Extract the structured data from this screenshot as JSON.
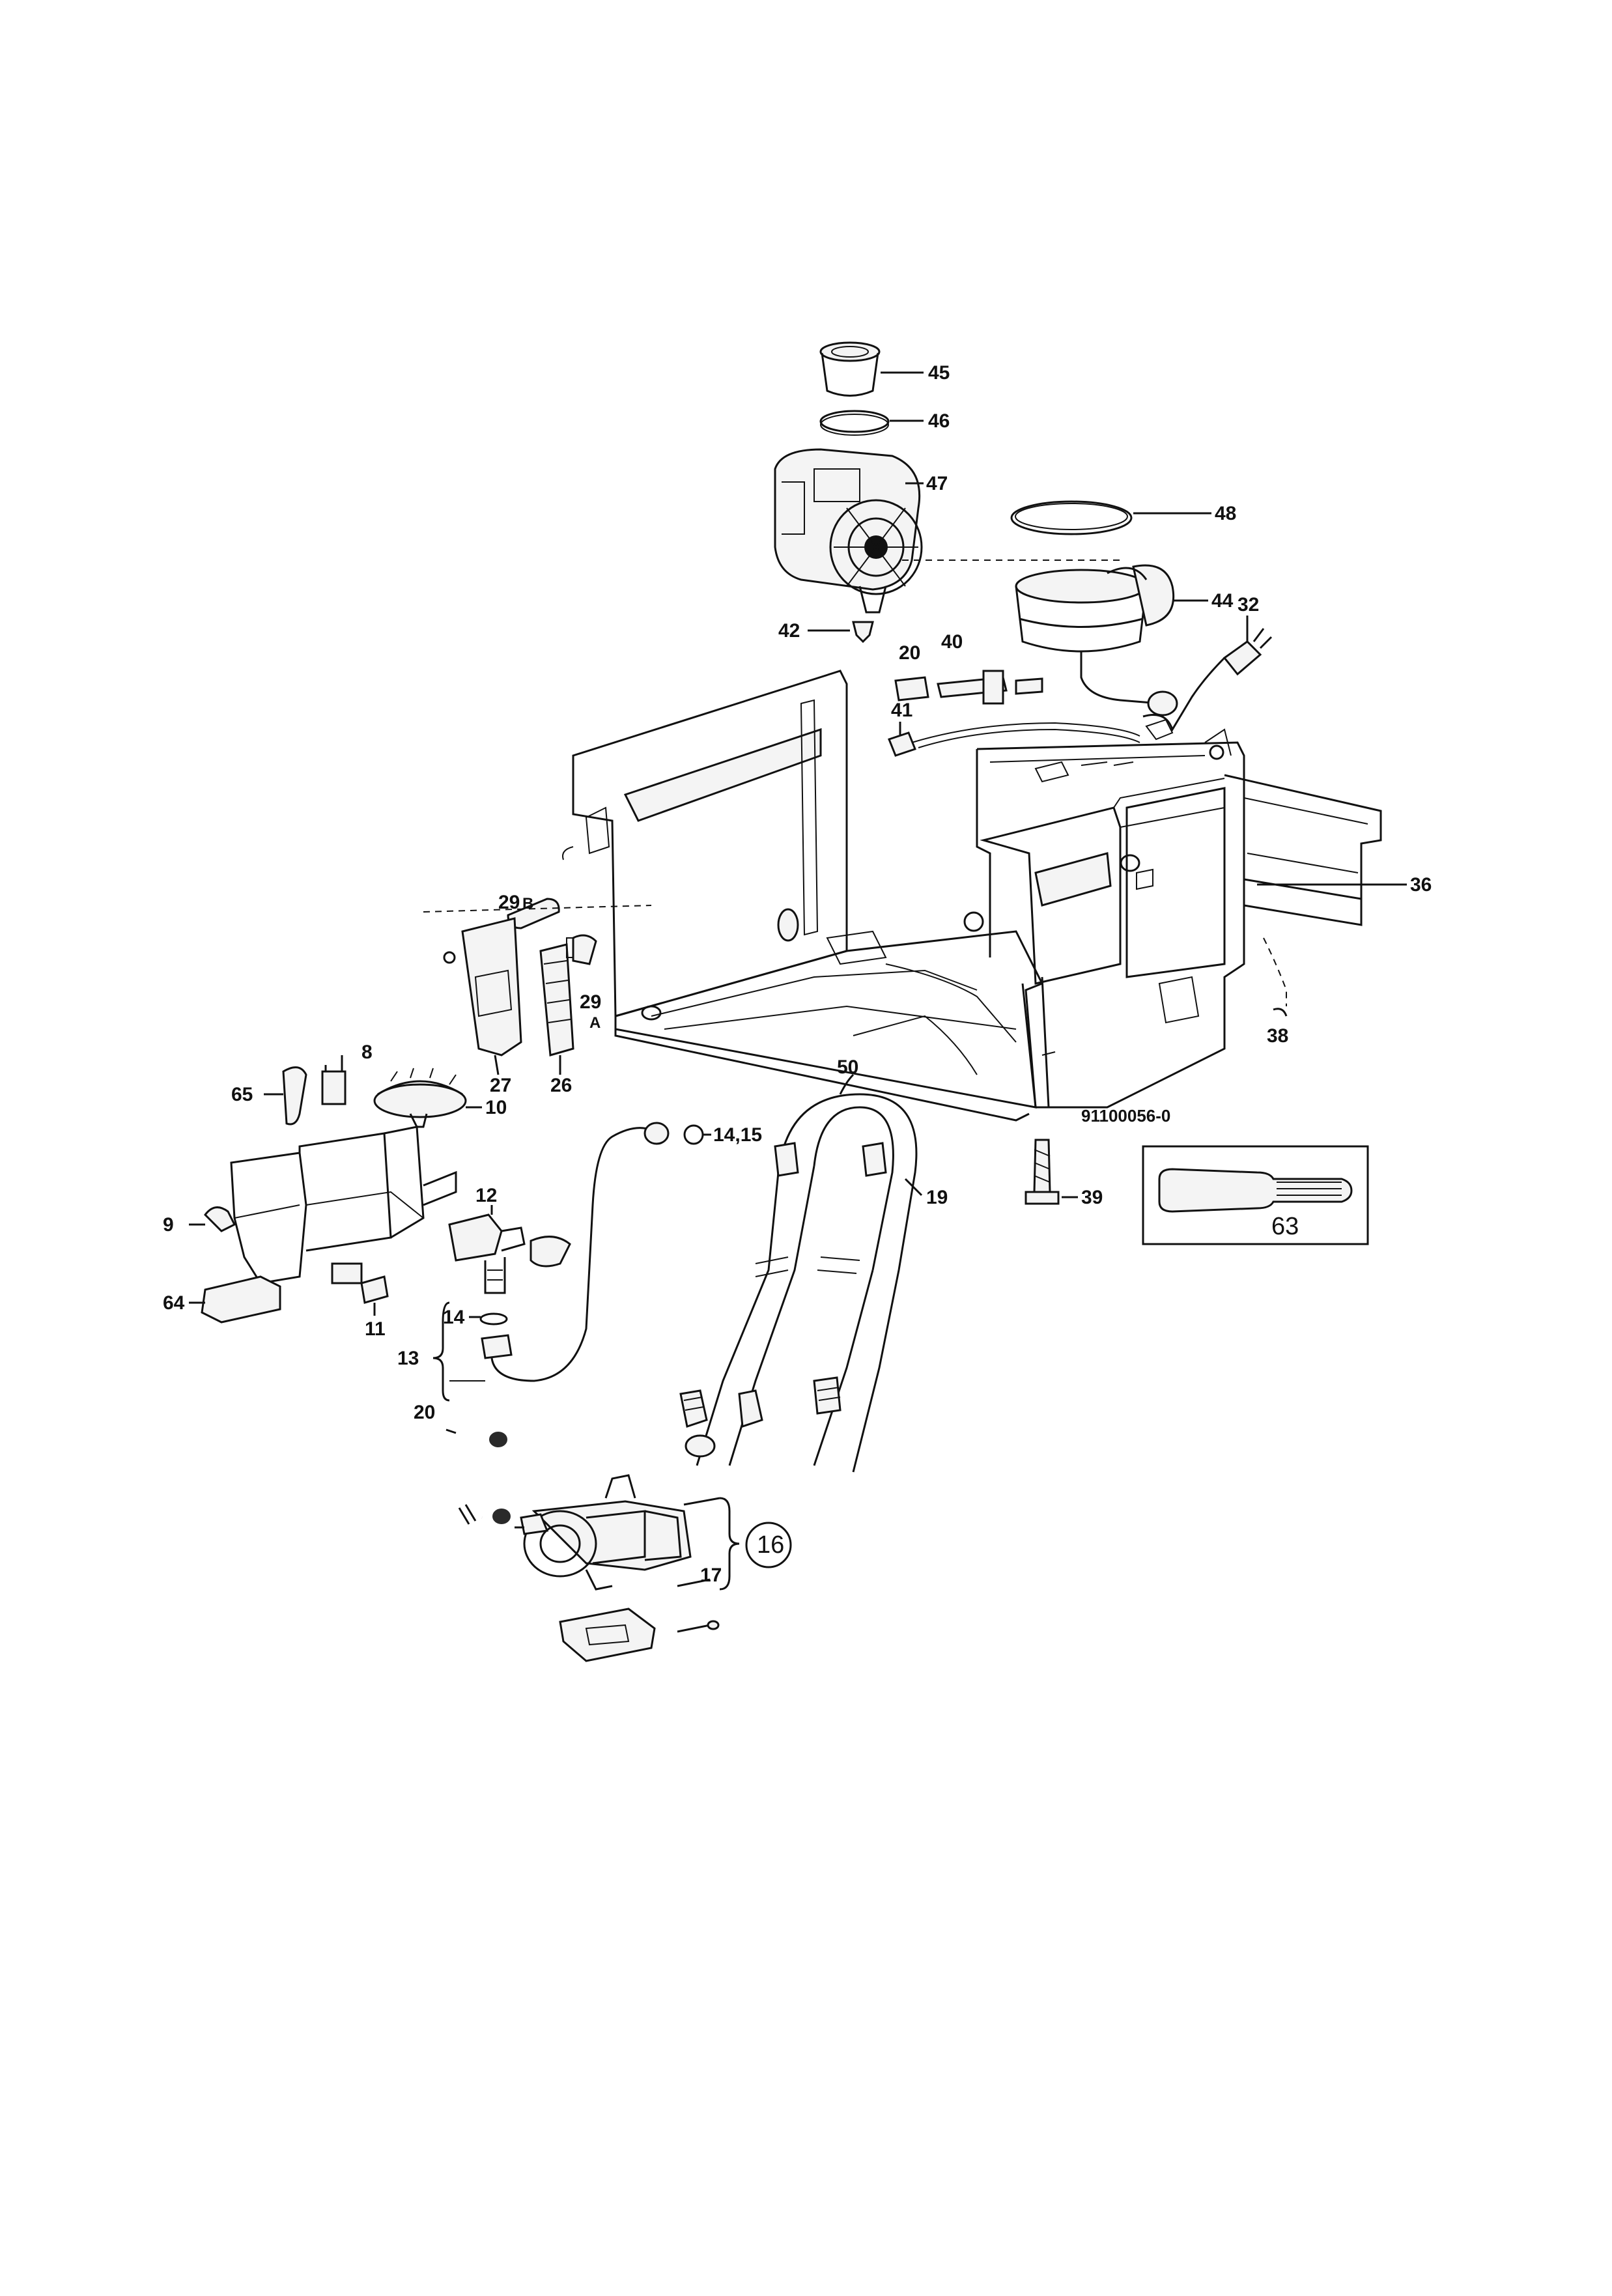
{
  "drawing_number": "91100056-0",
  "labels": {
    "p45": "45",
    "p46": "46",
    "p47": "47",
    "p48": "48",
    "p44": "44",
    "p42": "42",
    "p32": "32",
    "p20a": "20",
    "p40": "40",
    "p41": "41",
    "p36": "36",
    "p29b": "29",
    "p29b_sub": "B",
    "p29a": "29",
    "p29a_sub": "A",
    "p27": "27",
    "p26": "26",
    "p38": "38",
    "p8": "8",
    "p65": "65",
    "p10": "10",
    "p50": "50",
    "p1415": "14,15",
    "p39": "39",
    "p19": "19",
    "p63": "63",
    "p12": "12",
    "p9": "9",
    "p64": "64",
    "p11": "11",
    "p14": "14",
    "p13": "13",
    "p20b": "20",
    "p16": "16",
    "p17": "17"
  },
  "colors": {
    "ink": "#111111",
    "paper": "#ffffff"
  }
}
